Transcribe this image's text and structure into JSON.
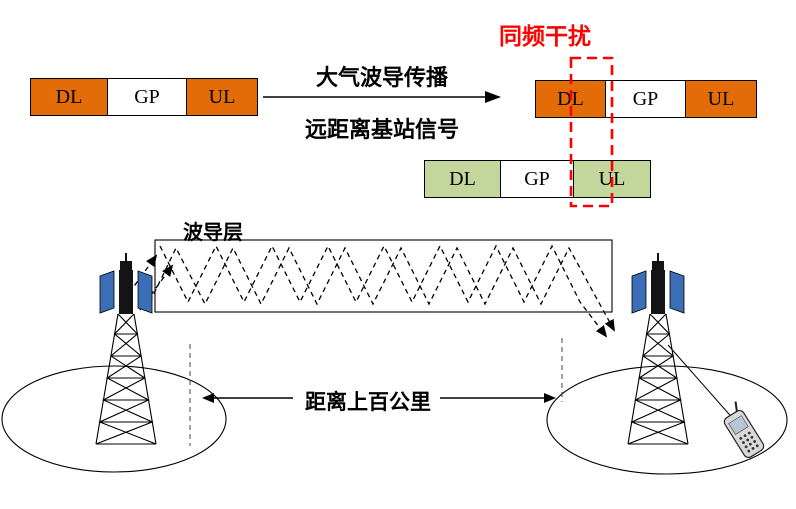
{
  "texts": {
    "interference": "同频干扰",
    "propagation_top": "大气波导传播",
    "propagation_bottom": "远距离基站信号",
    "duct_layer": "波导层",
    "distance": "距离上百公里"
  },
  "frames": {
    "source": {
      "cells": [
        "DL",
        "GP",
        "UL"
      ]
    },
    "delayed": {
      "cells": [
        "DL",
        "GP",
        "UL"
      ]
    },
    "local": {
      "cells": [
        "DL",
        "GP",
        "UL"
      ]
    }
  },
  "colors": {
    "downlink_orange": "#E36C09",
    "uplink_green": "#C3D69B",
    "interference_red": "#FF0000",
    "antenna_blue": "#3A6EB5"
  }
}
